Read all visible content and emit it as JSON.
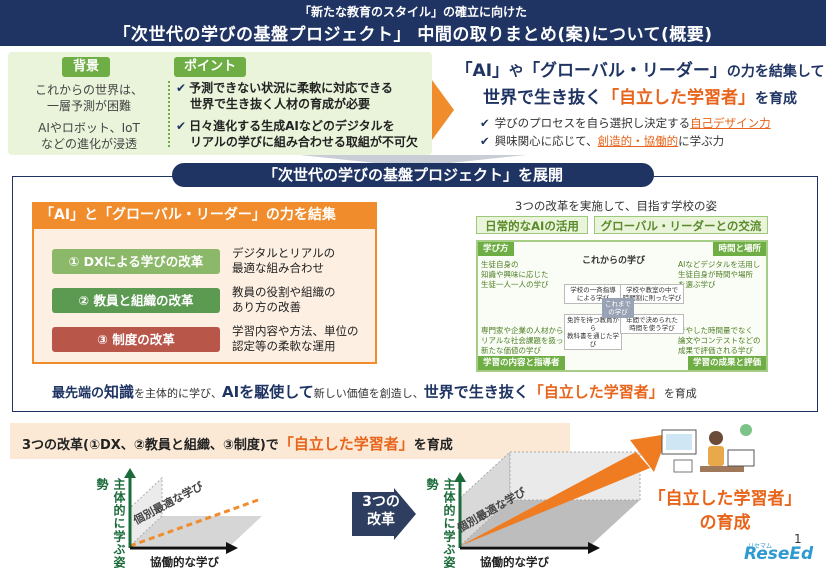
{
  "header": {
    "line1": "「新たな教育のスタイル」の確立に向けた",
    "line2": "「次世代の学びの基盤プロジェクト」 中間の取りまとめ(案)について(概要)"
  },
  "background": {
    "tag": "背景",
    "items": [
      "これからの世界は、",
      "一層予測が困難",
      "AIやロボット、IoT",
      "などの進化が浸透"
    ]
  },
  "point": {
    "tag": "ポイント",
    "items": [
      [
        "予測できない状況に柔軟に対応できる",
        "世界で生き抜く人材の育成が必要"
      ],
      [
        "日々進化する生成AIなどのデジタルを",
        "リアルの学びに組み合わせる取組が不可欠"
      ]
    ]
  },
  "goal": {
    "line1a": "「AI」",
    "line1b": "や",
    "line1c": "「グローバル・リーダー」",
    "line1d": "の力を結集して",
    "line2a": "世界で生き抜く",
    "line2b": "「自立した学習者」",
    "line2c": "を育成",
    "sub1a": "学びのプロセスを自ら選択し決定する",
    "sub1b": "自己デザイン力",
    "sub2a": "興味関心に応じて、",
    "sub2b": "創造的・協働的",
    "sub2c": "に学ぶ力"
  },
  "banner": "「次世代の学びの基盤プロジェクト」を展開",
  "reform": {
    "head": "「AI」と「グローバル・リーダー」の力を結集",
    "items": [
      {
        "label": "① DXによる学びの改革",
        "desc1": "デジタルとリアルの",
        "desc2": "最適な組み合わせ",
        "color": "#8cb86a"
      },
      {
        "label": "② 教員と組織の改革",
        "desc1": "教員の役割や組織の",
        "desc2": "あり方の改善",
        "color": "#5c9a52"
      },
      {
        "label": "③ 制度の改革",
        "desc1": "学習内容や方法、単位の",
        "desc2": "認定等の柔軟な運用",
        "color": "#b8564a"
      }
    ]
  },
  "school": {
    "title": "3つの改革を実施して、目指す学校の姿",
    "tab1": "日常的なAIの活用",
    "tab2": "グローバル・リーダーとの交流",
    "lab_tl": "学び方",
    "lab_tr": "時間と場所",
    "lab_bl": "学習の内容と指導者",
    "lab_br": "学習の成果と評価",
    "center": "これからの学び",
    "txt_tl": [
      "生徒自身の",
      "知識や興味に応じた",
      "生徒一人一人の学び"
    ],
    "txt_tr": [
      "AIなどデジタルを活用し",
      "生徒自身が時間や場所",
      "を選ぶ学び"
    ],
    "txt_bl": [
      "専門家や企業の人材から",
      "リアルな社会課題を扱った",
      "新たな価値の学び"
    ],
    "txt_br": [
      "青やした時間量でなく",
      "論文やコンテストなどの",
      "成果で評価される学び"
    ],
    "c1": [
      "学校の一斉指導",
      "による学び"
    ],
    "c2": [
      "学校や教室の中で",
      "時間割に則った学び"
    ],
    "c3": [
      "免許を持つ教員から",
      "教科書を通じた学び"
    ],
    "c4": [
      "年間で決められた",
      "時間を使う学び"
    ],
    "cmid": [
      "これまで",
      "の学び"
    ]
  },
  "summary": {
    "a": "最先端の",
    "b": "知識",
    "c": "を主体的に学び、",
    "d": "AIを駆使して",
    "e": "新しい価値を創造し、",
    "f": "世界で生き抜く",
    "g": "「自立した学習者」",
    "h": "を育成"
  },
  "lower": {
    "a": "3つの改革(①DX、②教員と組織、③制度)で",
    "b": "「自立した学習者」",
    "c": "を育成",
    "ylabel": "主体的に学ぶ姿勢",
    "xlabel": "協働的な学び",
    "diag": "個別最適な学び",
    "arrow": [
      "3つの",
      "改革"
    ],
    "final1": "「自立した学習者」",
    "final2": "の育成"
  },
  "page": "1",
  "logo": "ReseEd",
  "logo_sub": "リセマム"
}
